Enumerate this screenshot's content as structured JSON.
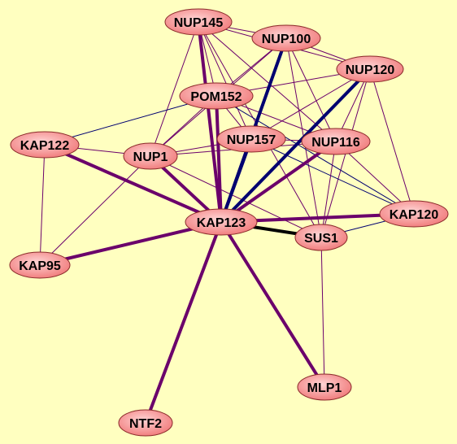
{
  "colors": {
    "background": "#FFFFC0",
    "node_fill_light": "#FFD4D4",
    "node_fill_dark": "#F07878",
    "node_stroke": "#8A2A2A",
    "edge_purple": "#6B006B",
    "edge_navy": "#000070",
    "edge_black": "#000000"
  },
  "nodes": [
    {
      "id": "NUP145",
      "label": "NUP145"
    },
    {
      "id": "NUP100",
      "label": "NUP100"
    },
    {
      "id": "NUP120",
      "label": "NUP120"
    },
    {
      "id": "POM152",
      "label": "POM152"
    },
    {
      "id": "NUP157",
      "label": "NUP157"
    },
    {
      "id": "NUP116",
      "label": "NUP116"
    },
    {
      "id": "KAP122",
      "label": "KAP122"
    },
    {
      "id": "NUP1",
      "label": "NUP1"
    },
    {
      "id": "KAP123",
      "label": "KAP123"
    },
    {
      "id": "KAP120",
      "label": "KAP120"
    },
    {
      "id": "SUS1",
      "label": "SUS1"
    },
    {
      "id": "KAP95",
      "label": "KAP95"
    },
    {
      "id": "MLP1",
      "label": "MLP1"
    },
    {
      "id": "NTF2",
      "label": "NTF2"
    }
  ],
  "edges": [
    {
      "source": "NUP145",
      "target": "NUP100",
      "weight": "thin",
      "color": "purple"
    },
    {
      "source": "NUP145",
      "target": "NUP120",
      "weight": "thin",
      "color": "purple"
    },
    {
      "source": "NUP145",
      "target": "POM152",
      "weight": "thin",
      "color": "purple"
    },
    {
      "source": "NUP145",
      "target": "NUP157",
      "weight": "thin",
      "color": "purple"
    },
    {
      "source": "NUP145",
      "target": "NUP116",
      "weight": "thin",
      "color": "purple"
    },
    {
      "source": "NUP145",
      "target": "NUP1",
      "weight": "thin",
      "color": "purple"
    },
    {
      "source": "NUP145",
      "target": "KAP123",
      "weight": "thick",
      "color": "purple"
    },
    {
      "source": "NUP145",
      "target": "SUS1",
      "weight": "thin",
      "color": "purple"
    },
    {
      "source": "NUP100",
      "target": "NUP120",
      "weight": "thin",
      "color": "purple"
    },
    {
      "source": "NUP100",
      "target": "POM152",
      "weight": "thin",
      "color": "purple"
    },
    {
      "source": "NUP100",
      "target": "NUP157",
      "weight": "thin",
      "color": "purple"
    },
    {
      "source": "NUP100",
      "target": "NUP116",
      "weight": "thin",
      "color": "purple"
    },
    {
      "source": "NUP100",
      "target": "NUP1",
      "weight": "thin",
      "color": "purple"
    },
    {
      "source": "NUP100",
      "target": "KAP123",
      "weight": "thick",
      "color": "navy"
    },
    {
      "source": "NUP100",
      "target": "SUS1",
      "weight": "thin",
      "color": "purple"
    },
    {
      "source": "NUP120",
      "target": "POM152",
      "weight": "thin",
      "color": "purple"
    },
    {
      "source": "NUP120",
      "target": "NUP157",
      "weight": "thin",
      "color": "purple"
    },
    {
      "source": "NUP120",
      "target": "NUP116",
      "weight": "thin",
      "color": "purple"
    },
    {
      "source": "NUP120",
      "target": "KAP123",
      "weight": "thick",
      "color": "navy"
    },
    {
      "source": "NUP120",
      "target": "SUS1",
      "weight": "thin",
      "color": "purple"
    },
    {
      "source": "NUP120",
      "target": "KAP120",
      "weight": "thin",
      "color": "purple"
    },
    {
      "source": "POM152",
      "target": "KAP122",
      "weight": "thin",
      "color": "navy"
    },
    {
      "source": "POM152",
      "target": "NUP157",
      "weight": "thin",
      "color": "purple"
    },
    {
      "source": "POM152",
      "target": "NUP116",
      "weight": "thin",
      "color": "purple"
    },
    {
      "source": "POM152",
      "target": "NUP1",
      "weight": "thin",
      "color": "purple"
    },
    {
      "source": "POM152",
      "target": "KAP123",
      "weight": "thick",
      "color": "purple"
    },
    {
      "source": "POM152",
      "target": "KAP120",
      "weight": "thin",
      "color": "navy"
    },
    {
      "source": "NUP157",
      "target": "NUP116",
      "weight": "thin",
      "color": "purple"
    },
    {
      "source": "NUP157",
      "target": "NUP1",
      "weight": "thin",
      "color": "purple"
    },
    {
      "source": "NUP157",
      "target": "KAP123",
      "weight": "thick",
      "color": "navy"
    },
    {
      "source": "NUP157",
      "target": "KAP120",
      "weight": "thin",
      "color": "navy"
    },
    {
      "source": "NUP116",
      "target": "NUP1",
      "weight": "thin",
      "color": "purple"
    },
    {
      "source": "NUP116",
      "target": "KAP123",
      "weight": "thick",
      "color": "purple"
    },
    {
      "source": "NUP116",
      "target": "KAP120",
      "weight": "thin",
      "color": "purple"
    },
    {
      "source": "NUP116",
      "target": "SUS1",
      "weight": "thin",
      "color": "purple"
    },
    {
      "source": "KAP122",
      "target": "NUP1",
      "weight": "thin",
      "color": "purple"
    },
    {
      "source": "KAP122",
      "target": "KAP123",
      "weight": "thick",
      "color": "purple"
    },
    {
      "source": "KAP122",
      "target": "KAP95",
      "weight": "thin",
      "color": "purple"
    },
    {
      "source": "NUP1",
      "target": "KAP123",
      "weight": "thick",
      "color": "purple"
    },
    {
      "source": "NUP1",
      "target": "KAP95",
      "weight": "thin",
      "color": "purple"
    },
    {
      "source": "NUP1",
      "target": "SUS1",
      "weight": "thin",
      "color": "purple"
    },
    {
      "source": "KAP123",
      "target": "KAP95",
      "weight": "thick",
      "color": "purple"
    },
    {
      "source": "KAP123",
      "target": "KAP120",
      "weight": "thick",
      "color": "purple"
    },
    {
      "source": "KAP123",
      "target": "SUS1",
      "weight": "thick",
      "color": "black"
    },
    {
      "source": "KAP123",
      "target": "MLP1",
      "weight": "thick",
      "color": "purple"
    },
    {
      "source": "KAP123",
      "target": "NTF2",
      "weight": "thick",
      "color": "purple"
    },
    {
      "source": "SUS1",
      "target": "KAP120",
      "weight": "thin",
      "color": "navy"
    },
    {
      "source": "SUS1",
      "target": "MLP1",
      "weight": "thin",
      "color": "purple"
    }
  ]
}
